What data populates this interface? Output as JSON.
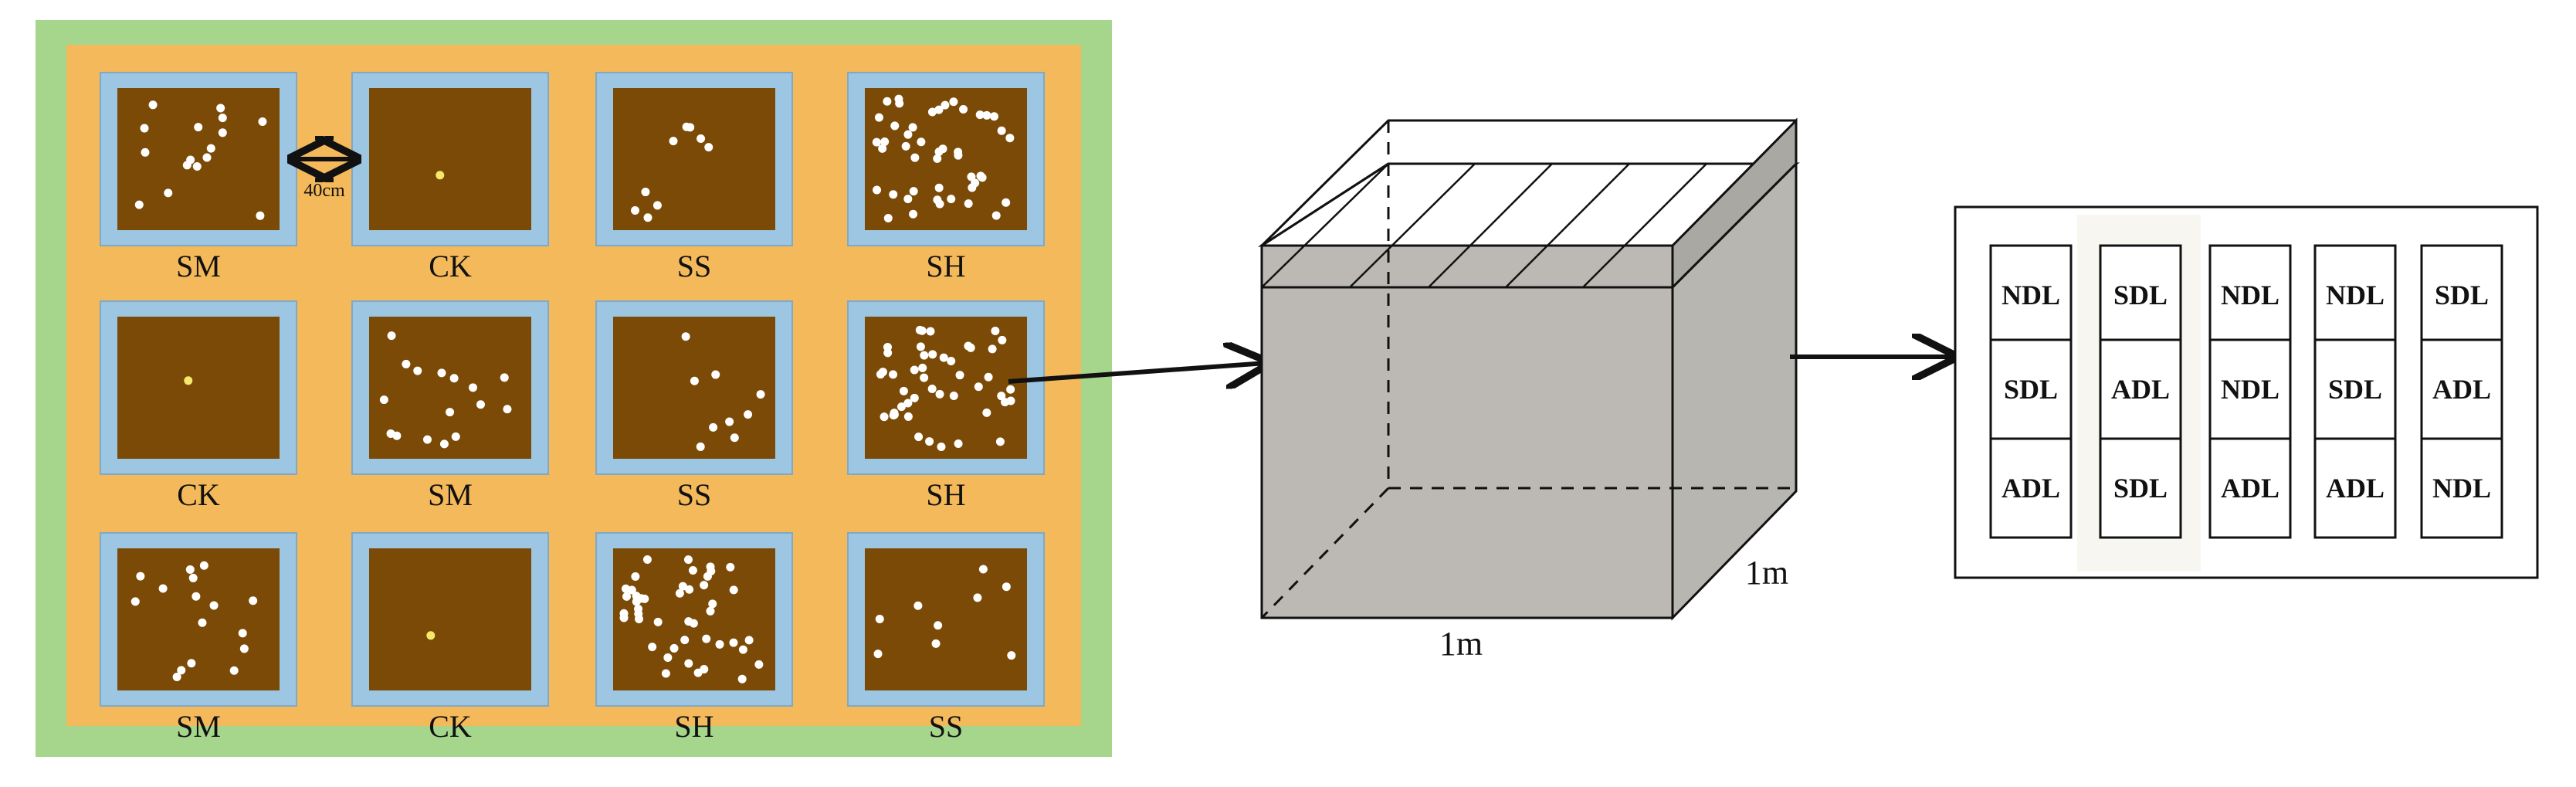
{
  "colors": {
    "outer_border": "#a6d68c",
    "field": "#f3b95a",
    "plot_frame": "#9cc6e1",
    "soil": "#7a4a06",
    "dots": "#ffffff",
    "ck_dot": "#f5e96b",
    "box_face": "#bcb9b4",
    "line": "#111111"
  },
  "field": {
    "plots": [
      {
        "label": "SM",
        "density": "medium"
      },
      {
        "label": "CK",
        "density": "control"
      },
      {
        "label": "SS",
        "density": "sparse"
      },
      {
        "label": "SH",
        "density": "high"
      },
      {
        "label": "CK",
        "density": "control"
      },
      {
        "label": "SM",
        "density": "medium"
      },
      {
        "label": "SS",
        "density": "sparse"
      },
      {
        "label": "SH",
        "density": "high"
      },
      {
        "label": "SM",
        "density": "medium"
      },
      {
        "label": "CK",
        "density": "control"
      },
      {
        "label": "SH",
        "density": "high"
      },
      {
        "label": "SS",
        "density": "sparse"
      }
    ],
    "spacing_label": "40cm"
  },
  "box": {
    "width_label": "1m",
    "depth_label": "1m"
  },
  "layers": {
    "columns": [
      [
        "NDL",
        "SDL",
        "ADL"
      ],
      [
        "SDL",
        "ADL",
        "SDL"
      ],
      [
        "NDL",
        "NDL",
        "ADL"
      ],
      [
        "NDL",
        "SDL",
        "ADL"
      ],
      [
        "SDL",
        "ADL",
        "NDL"
      ]
    ]
  }
}
